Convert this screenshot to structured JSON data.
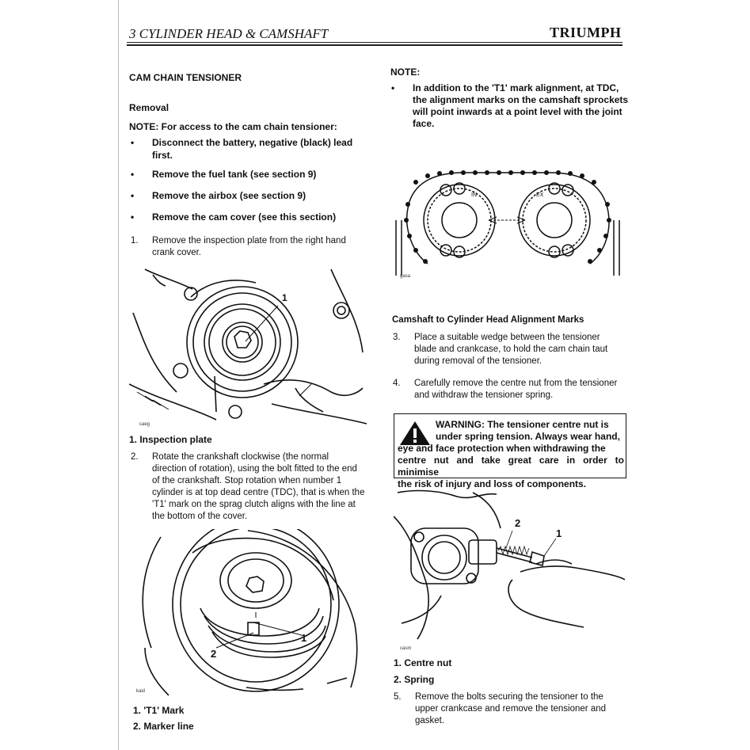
{
  "header": {
    "title": "3 CYLINDER HEAD & CAMSHAFT",
    "logo": "TRIUMPH"
  },
  "left": {
    "section_title": "CAM CHAIN TENSIONER",
    "subheading": "Removal",
    "note": "NOTE: For access to the cam chain tensioner:",
    "bullets": [
      {
        "line1": "Disconnect the battery, negative (black) lead",
        "line2": "first."
      },
      {
        "line1": "Remove the fuel tank (see section 9)"
      },
      {
        "line1": "Remove the airbox (see section 9)"
      },
      {
        "line1": "Remove the cam cover (see this section)"
      }
    ],
    "step1": {
      "num": "1.",
      "line1": "Remove the inspection plate from the right hand",
      "line2": "crank cover."
    },
    "fig1": {
      "code": "caeg",
      "callout": "1",
      "caption": "1. Inspection plate"
    },
    "step2": {
      "num": "2.",
      "lines": [
        "Rotate the crankshaft clockwise (the normal",
        "direction of rotation), using the bolt fitted to the end",
        "of the crankshaft. Stop rotation when number 1",
        "cylinder is at top dead centre (TDC), that is when the",
        "'T1' mark on the sprag clutch aligns with the line at",
        "the bottom of the cover."
      ]
    },
    "fig2": {
      "code": "kaid",
      "callout1": "1",
      "callout2": "2",
      "caption1": "1. 'T1' Mark",
      "caption2": "2. Marker line"
    }
  },
  "right": {
    "note_title": "NOTE:",
    "note_lines": [
      "In addition to the 'T1' mark alignment, at TDC,",
      "the alignment marks on the camshaft sprockets",
      "will point inwards at a point level with the joint",
      "face."
    ],
    "fig3": {
      "code": "gasa",
      "mark_in": "IN",
      "mark_ex": "EX"
    },
    "subheading": "Camshaft to Cylinder Head Alignment Marks",
    "step3": {
      "num": "3.",
      "lines": [
        "Place a suitable wedge between the tensioner",
        "blade and crankcase, to hold the cam chain taut",
        "during removal of the tensioner."
      ]
    },
    "step4": {
      "num": "4.",
      "lines": [
        "Carefully remove the centre nut from the tensioner",
        "and withdraw the tensioner spring."
      ]
    },
    "warning": {
      "line1": "WARNING: The tensioner centre nut is",
      "line2": "under spring tension. Always wear hand,",
      "line3": "eye and face protection when withdrawing the",
      "line4": "centre nut and take great care in order to minimise",
      "line5": "the risk of injury and loss of components."
    },
    "fig4": {
      "code": "casm",
      "callout1": "1",
      "callout2": "2",
      "caption1": "1. Centre nut",
      "caption2": "2. Spring"
    },
    "step5": {
      "num": "5.",
      "lines": [
        "Remove the bolts securing the tensioner to the",
        "upper crankcase and remove the tensioner and",
        "gasket."
      ]
    }
  }
}
